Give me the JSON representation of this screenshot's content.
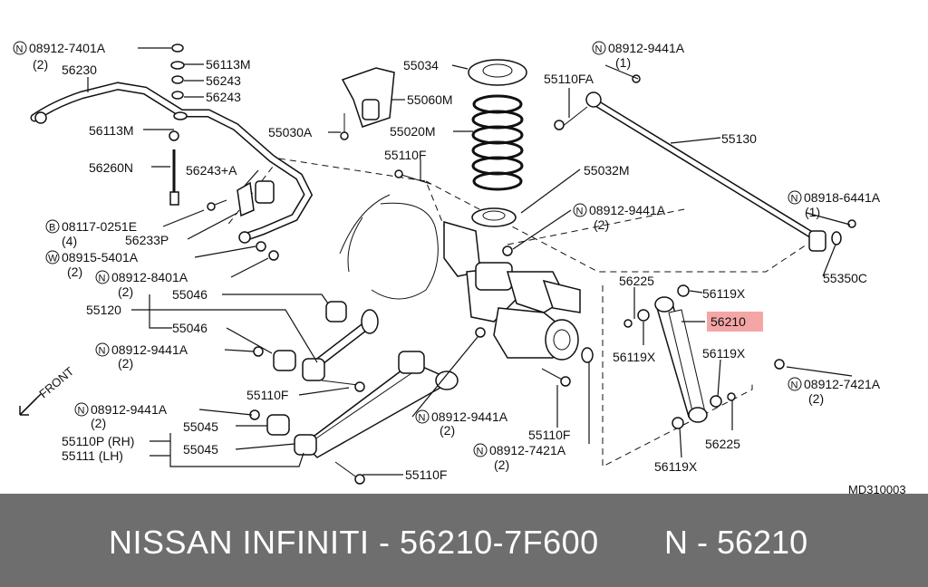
{
  "diagram": {
    "ref_code": "MD310003",
    "front_label": "FRONT",
    "highlight_color": "#f4a6a6",
    "callouts": {
      "c01": "08912-7401A",
      "c01q": "(2)",
      "c02": "56230",
      "c03": "56113M",
      "c04": "56243",
      "c05": "56243",
      "c06": "56113M",
      "c07": "56260N",
      "c08": "56243+A",
      "c09": "08117-0251E",
      "c09q": "(4)",
      "c10": "56233P",
      "c11": "08915-5401A",
      "c11q": "(2)",
      "c12": "08912-8401A",
      "c12q": "(2)",
      "c13": "55046",
      "c14": "55120",
      "c15": "55046",
      "c16": "08912-9441A",
      "c16q": "(2)",
      "c17": "55110F",
      "c18": "08912-9441A",
      "c18q": "(2)",
      "c19": "55045",
      "c20": "55110P (RH)",
      "c21": "55111 (LH)",
      "c22": "55045",
      "c23": "55110F",
      "c24": "55034",
      "c25": "55060M",
      "c26": "55030A",
      "c27": "55020M",
      "c28": "55110F",
      "c29": "55032M",
      "c30": "08912-9441A",
      "c30q": "(2)",
      "c31": "08912-9441A",
      "c31q": "(2)",
      "c32": "55110F",
      "c33": "08912-7421A",
      "c33q": "(2)",
      "c34": "08912-9441A",
      "c34q": "(1)",
      "c35": "55110FA",
      "c36": "55130",
      "c37": "08918-6441A",
      "c37q": "(1)",
      "c38": "55350C",
      "c39": "56225",
      "c40": "56119X",
      "c41": "56210",
      "c42": "56119X",
      "c43": "56119X",
      "c44": "08912-7421A",
      "c44q": "(2)",
      "c45": "56225",
      "c46": "56119X"
    }
  },
  "footer": {
    "title": "NISSAN INFINITI - 56210-7F600",
    "code": "N - 56210",
    "background": "#6e6e6e"
  }
}
